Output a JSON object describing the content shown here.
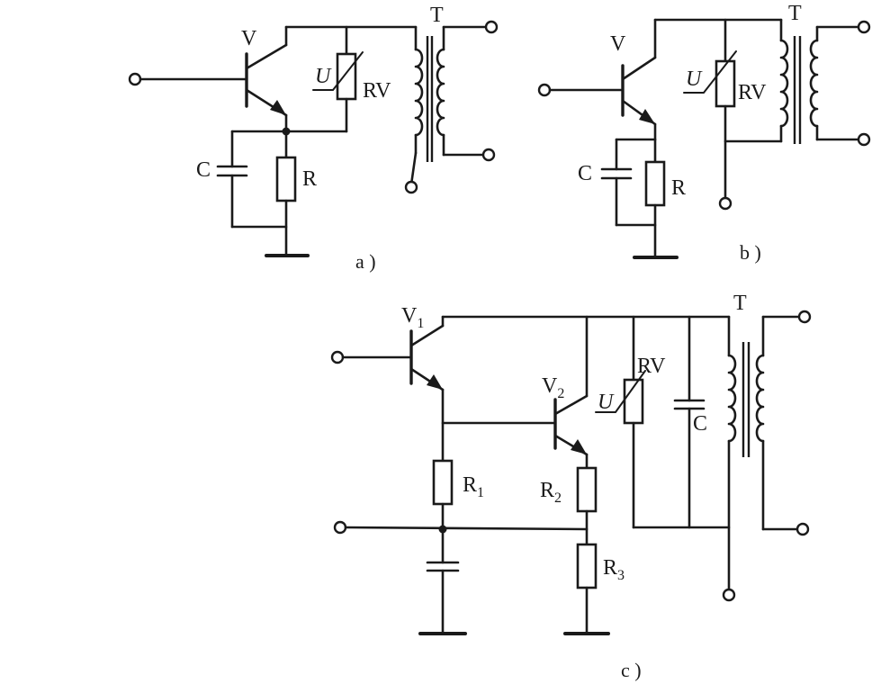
{
  "figure_a": {
    "transistor": "V",
    "resistor": "R",
    "capacitor": "C",
    "varistor": "RV",
    "voltage_symbol": "U",
    "transformer": "T",
    "caption": "a )"
  },
  "figure_b": {
    "transistor": "V",
    "resistor": "R",
    "capacitor": "C",
    "varistor": "RV",
    "voltage_symbol": "U",
    "transformer": "T",
    "caption": "b )"
  },
  "figure_c": {
    "transistor_1": "V",
    "transistor_1_sub": "1",
    "transistor_2": "V",
    "transistor_2_sub": "2",
    "resistor_1": "R",
    "resistor_1_sub": "1",
    "resistor_2": "R",
    "resistor_2_sub": "2",
    "resistor_3": "R",
    "resistor_3_sub": "3",
    "capacitor": "C",
    "varistor": "RV",
    "voltage_symbol": "U",
    "transformer": "T",
    "caption": "c )"
  }
}
